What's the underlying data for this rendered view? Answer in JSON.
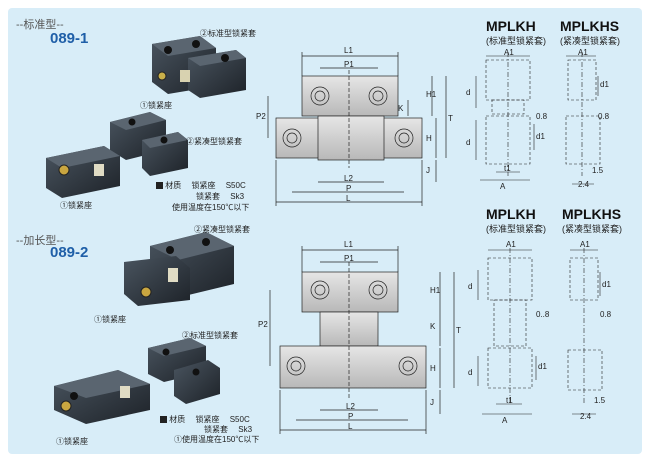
{
  "sections": [
    {
      "label": "--标准型--",
      "code": "089-1",
      "callouts": [
        "②标准型锁紧套",
        "①锁紧座",
        "②紧凑型锁紧套",
        "①锁紧座"
      ],
      "material": {
        "title": "材质",
        "row1_name": "锁紧座",
        "row1_value": "S50C",
        "row2_name": "锁紧套",
        "row2_value": "Sk3",
        "temp": "使用温度在150℃以下"
      }
    },
    {
      "label": "--加长型--",
      "code": "089-2",
      "callouts": [
        "②紧凑型锁紧套",
        "①锁紧座",
        "②标准型锁紧套",
        "①锁紧座"
      ],
      "material": {
        "title": "材质",
        "row1_name": "锁紧座",
        "row1_value": "S50C",
        "row2_name": "锁紧套",
        "row2_value": "Sk3",
        "temp": "①使用温度在150℃以下"
      }
    }
  ],
  "models": {
    "mplkh": {
      "name": "MPLKH",
      "sub": "(标准型锁紧套)"
    },
    "mplkhs": {
      "name": "MPLKHS",
      "sub": "(紧凑型锁紧套)"
    }
  },
  "dims": {
    "L1": "L1",
    "P1": "P1",
    "P2": "P2",
    "L2": "L2",
    "P": "P",
    "L": "L",
    "H1": "H1",
    "K": "K",
    "T": "T",
    "H": "H",
    "J": "J",
    "A1": "A1",
    "A": "A",
    "d": "d",
    "d1": "d1",
    "t1": "t1",
    "c08": "0.8",
    "c08b": "0..8",
    "r15": "1.5",
    "r24": "2.4",
    "r24b": "2.4"
  }
}
